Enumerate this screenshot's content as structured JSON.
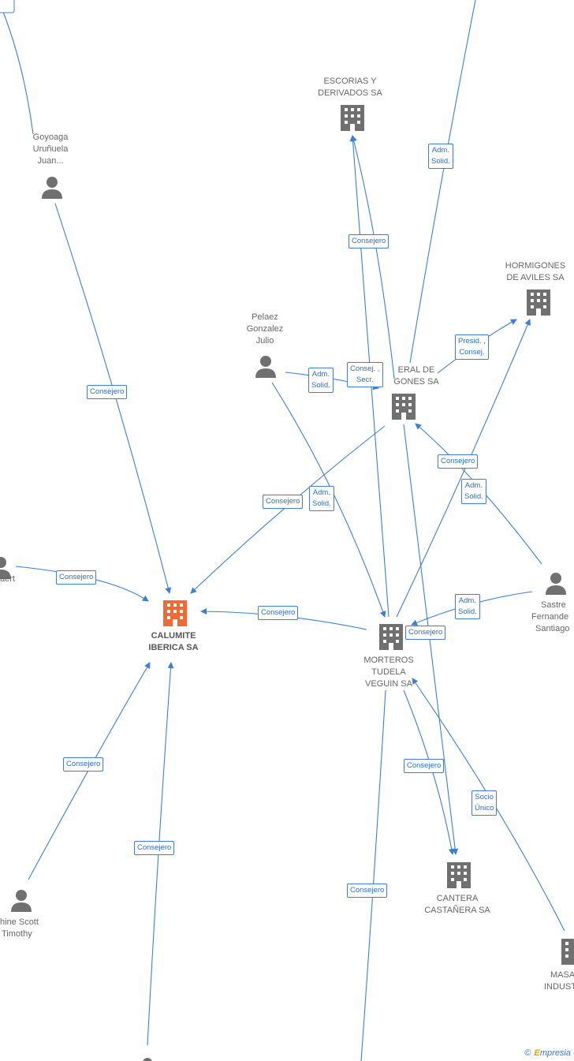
{
  "nodes": {
    "escorias": {
      "type": "company",
      "lines": [
        "ESCORIAS Y",
        "DERIVADOS SA"
      ]
    },
    "hormigones_aviles": {
      "type": "company",
      "lines": [
        "HORMIGONES",
        "DE AVILES SA"
      ]
    },
    "general_hormigones": {
      "type": "company",
      "lines": [
        "ERAL DE",
        "GONES SA"
      ]
    },
    "calumite": {
      "type": "company",
      "focus": true,
      "lines": [
        "CALUMITE",
        "IBERICA SA"
      ]
    },
    "morteros": {
      "type": "company",
      "lines": [
        "MORTEROS",
        "TUDELA",
        "VEGUIN SA"
      ]
    },
    "cantera": {
      "type": "company",
      "lines": [
        "CANTERA",
        "CASTAÑERA SA"
      ]
    },
    "masa": {
      "type": "company",
      "lines": [
        "MASA",
        "INDUST"
      ]
    },
    "goyoaga": {
      "type": "person",
      "lines": [
        "Goyoaga",
        "Uruñuela",
        "Juan..."
      ]
    },
    "pelaez": {
      "type": "person",
      "lines": [
        "Pelaez",
        "Gonzalez",
        "Julio"
      ]
    },
    "sastre": {
      "type": "person",
      "lines": [
        "Sastre",
        "Fernande",
        "Santiago"
      ]
    },
    "scott": {
      "type": "person",
      "lines": [
        "hine Scott",
        "Timothy"
      ]
    },
    "left_person": {
      "type": "person",
      "lines": [
        "aert",
        ""
      ]
    }
  },
  "relations": [
    {
      "id": "r1",
      "label": [
        "Adm.",
        "Solid."
      ]
    },
    {
      "id": "r2",
      "label": [
        "Consejero"
      ]
    },
    {
      "id": "r3",
      "label": [
        "Presid. ,",
        "Consej."
      ]
    },
    {
      "id": "r4",
      "label": [
        "Adm.",
        "Solid."
      ]
    },
    {
      "id": "r5",
      "label": [
        "Consej. ,",
        "Secr."
      ]
    },
    {
      "id": "r6",
      "label": [
        "Consejero"
      ]
    },
    {
      "id": "r7",
      "label": [
        "Consejero"
      ]
    },
    {
      "id": "r8",
      "label": [
        "Adm.",
        "Solid."
      ]
    },
    {
      "id": "r9",
      "label": [
        "Consejero"
      ]
    },
    {
      "id": "r10",
      "label": [
        "Adm.",
        "Solid."
      ]
    },
    {
      "id": "r11",
      "label": [
        "Consejero"
      ]
    },
    {
      "id": "r12",
      "label": [
        "Consejero"
      ]
    },
    {
      "id": "r13",
      "label": [
        "Adm.",
        "Solid."
      ]
    },
    {
      "id": "r14",
      "label": [
        "Consejero"
      ]
    },
    {
      "id": "r15",
      "label": [
        "Consejero"
      ]
    },
    {
      "id": "r16",
      "label": [
        "Consejero"
      ]
    },
    {
      "id": "r17",
      "label": [
        "Socio",
        "Único"
      ]
    },
    {
      "id": "r18",
      "label": [
        "Consejero"
      ]
    },
    {
      "id": "r19",
      "label": [
        "Consejero"
      ]
    }
  ],
  "colors": {
    "edge": "#3d7fd6",
    "focus_icon": "#f06a35",
    "icon": "#707070"
  },
  "brand": {
    "symbol": "©",
    "name": "mpresia",
    "initial": "E"
  }
}
